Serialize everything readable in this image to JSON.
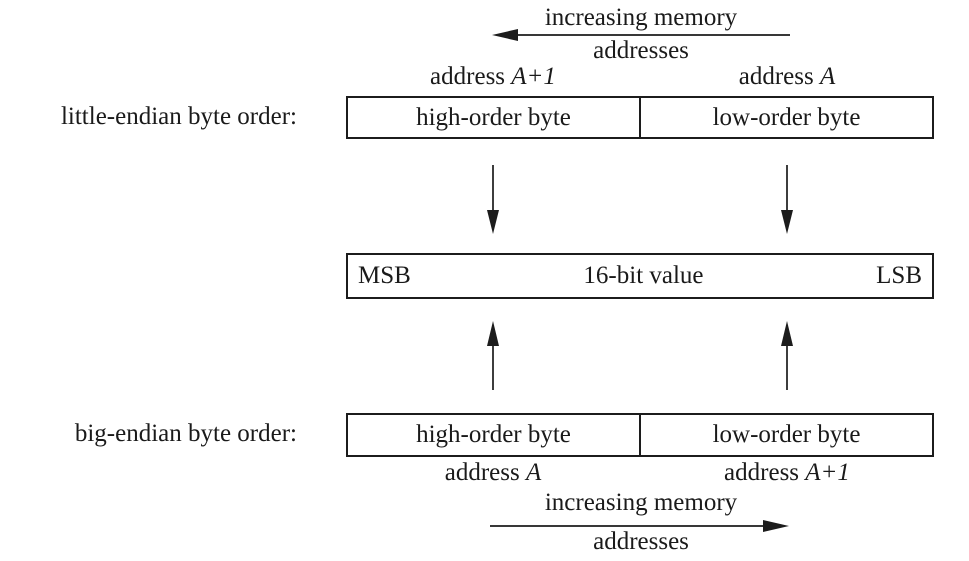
{
  "figure": {
    "top_direction": {
      "line1": "increasing memory",
      "line2": "addresses"
    },
    "little_endian": {
      "label": "little-endian byte order:",
      "address_left": {
        "prefix": "address",
        "value": "A+1"
      },
      "address_right": {
        "prefix": "address",
        "value": "A"
      },
      "cells": {
        "left": "high-order byte",
        "right": "low-order byte"
      }
    },
    "value_box": {
      "msb": "MSB",
      "title": "16-bit value",
      "lsb": "LSB"
    },
    "big_endian": {
      "label": "big-endian byte order:",
      "cells": {
        "left": "high-order byte",
        "right": "low-order byte"
      },
      "address_left": {
        "prefix": "address",
        "value": "A"
      },
      "address_right": {
        "prefix": "address",
        "value": "A+1"
      }
    },
    "bottom_direction": {
      "line1": "increasing memory",
      "line2": "addresses"
    },
    "colors": {
      "ink": "#1a1a1a",
      "background": "#ffffff"
    }
  }
}
